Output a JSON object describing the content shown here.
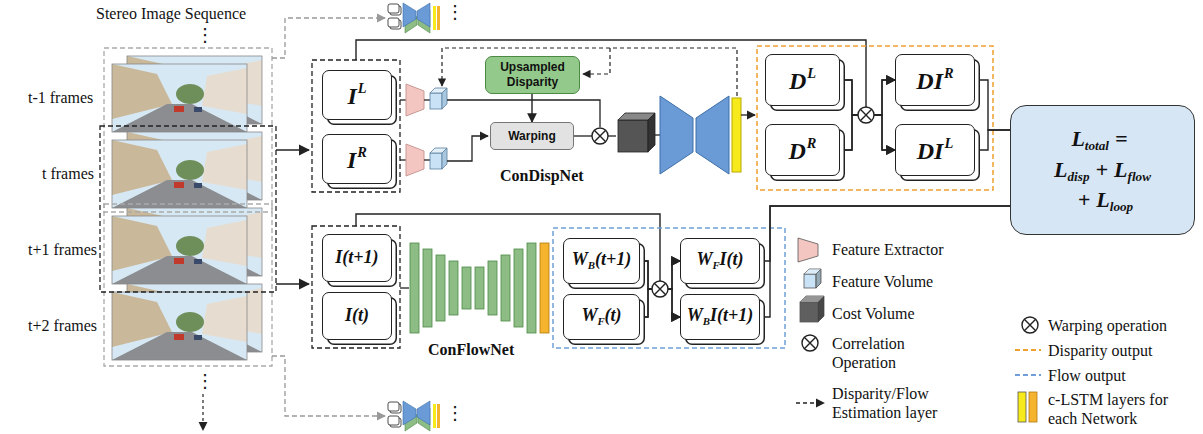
{
  "diagram": {
    "nodes": [
      {
        "text": [
          "I",
          "L"
        ]
      },
      {
        "text": [
          "I",
          "R"
        ]
      },
      {
        "text": [
          "Upsampled Disparity"
        ]
      },
      {
        "text": [
          "Warping"
        ]
      },
      {
        "text": [
          "D",
          "L"
        ]
      },
      {
        "text": [
          "D",
          "R"
        ]
      },
      {
        "text": [
          "DI",
          "R"
        ]
      },
      {
        "text": [
          "DI",
          "L"
        ]
      },
      {
        "text": [
          "I(t+1)"
        ]
      },
      {
        "text": [
          "I(t)"
        ]
      },
      {
        "text": [
          "W",
          "B",
          "(t+1)"
        ]
      },
      {
        "text": [
          "W",
          "F",
          "(t)"
        ]
      },
      {
        "text": [
          "W",
          "F",
          "I(t)"
        ]
      },
      {
        "text": [
          "W",
          "B",
          "I(t+1)"
        ]
      },
      {
        "text": [
          "L",
          "total",
          "=",
          "L",
          "disp",
          "+",
          "L",
          "flow",
          "+",
          "L",
          "loop"
        ]
      }
    ],
    "edges": [
      {
        "from": 2,
        "to": 3,
        "arrow": "to"
      },
      {
        "from": 4,
        "to": 6,
        "arrow": "to"
      },
      {
        "from": 4,
        "to": 7,
        "arrow": "to"
      },
      {
        "from": 5,
        "to": 6,
        "arrow": "to"
      },
      {
        "from": 5,
        "to": 7,
        "arrow": "to"
      },
      {
        "from": 10,
        "to": 12,
        "arrow": "to"
      },
      {
        "from": 10,
        "to": 13,
        "arrow": "to"
      },
      {
        "from": 11,
        "to": 12,
        "arrow": "to"
      },
      {
        "from": 11,
        "to": 13,
        "arrow": "to"
      },
      {
        "from": 6,
        "to": 14,
        "arrow": "none"
      },
      {
        "from": 7,
        "to": 14,
        "arrow": "none"
      },
      {
        "from": 12,
        "to": 14,
        "arrow": "none"
      },
      {
        "from": 13,
        "to": 14,
        "arrow": "none"
      }
    ],
    "labels": [
      "Stereo Image Sequence",
      "t-1 frames",
      "t frames",
      "t+1 frames",
      "t+2 frames",
      "ConDispNet",
      "ConFlowNet",
      "⋮",
      "⋮",
      "⋮",
      "⋮"
    ],
    "legend": [
      {
        "text": "Feature Extractor",
        "color": "#f4c6c1"
      },
      {
        "text": "Feature Volume",
        "color": "#c9e2f5"
      },
      {
        "text": "Cost Volume",
        "color": "#5f5f5f"
      },
      {
        "text": "Correlation Operation"
      },
      {
        "text": "Disparity/Flow Estimation layer"
      },
      {
        "text": "Warping operation"
      },
      {
        "text": "Disparity output"
      },
      {
        "text": "Flow output"
      },
      {
        "text": "c-LSTM layers for each Network",
        "color": "#f6ea1c"
      }
    ]
  }
}
